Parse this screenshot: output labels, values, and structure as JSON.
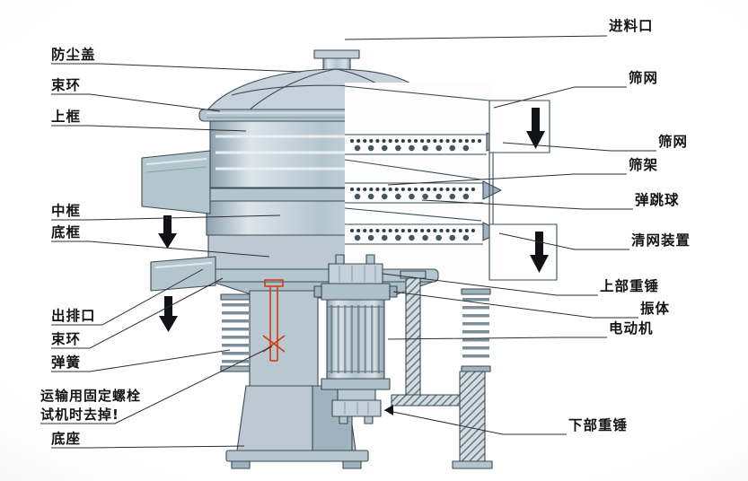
{
  "diagram": {
    "colors": {
      "warning": "#d23a10",
      "leader": "#2e2e2e",
      "body": "#b9c8d1",
      "outline": "#3b4a54"
    },
    "labels_left": [
      {
        "name": "dust-cover",
        "text": "防尘盖"
      },
      {
        "name": "clamp-ring-top",
        "text": "束环"
      },
      {
        "name": "upper-frame",
        "text": "上框"
      },
      {
        "name": "middle-frame",
        "text": "中框"
      },
      {
        "name": "bottom-frame",
        "text": "底框"
      },
      {
        "name": "discharge-outlet",
        "text": "出排口"
      },
      {
        "name": "clamp-ring-bottom",
        "text": "束环"
      },
      {
        "name": "spring",
        "text": "弹簧"
      },
      {
        "name": "transport-bolt-note",
        "text": "运输用固定螺栓",
        "text2": "试机时去掉!"
      },
      {
        "name": "base",
        "text": "底座"
      }
    ],
    "labels_right": [
      {
        "name": "feed-inlet",
        "text": "进料口"
      },
      {
        "name": "screen-mesh-upper",
        "text": "筛网"
      },
      {
        "name": "screen-mesh-lower",
        "text": "筛网"
      },
      {
        "name": "screen-frame",
        "text": "筛架"
      },
      {
        "name": "bouncing-ball",
        "text": "弹跳球"
      },
      {
        "name": "net-cleaning-device",
        "text": "清网装置"
      },
      {
        "name": "upper-weight",
        "text": "上部重锤"
      },
      {
        "name": "vibrating-body",
        "text": "振体"
      },
      {
        "name": "motor",
        "text": "电动机"
      },
      {
        "name": "lower-weight",
        "text": "下部重锤"
      }
    ]
  }
}
